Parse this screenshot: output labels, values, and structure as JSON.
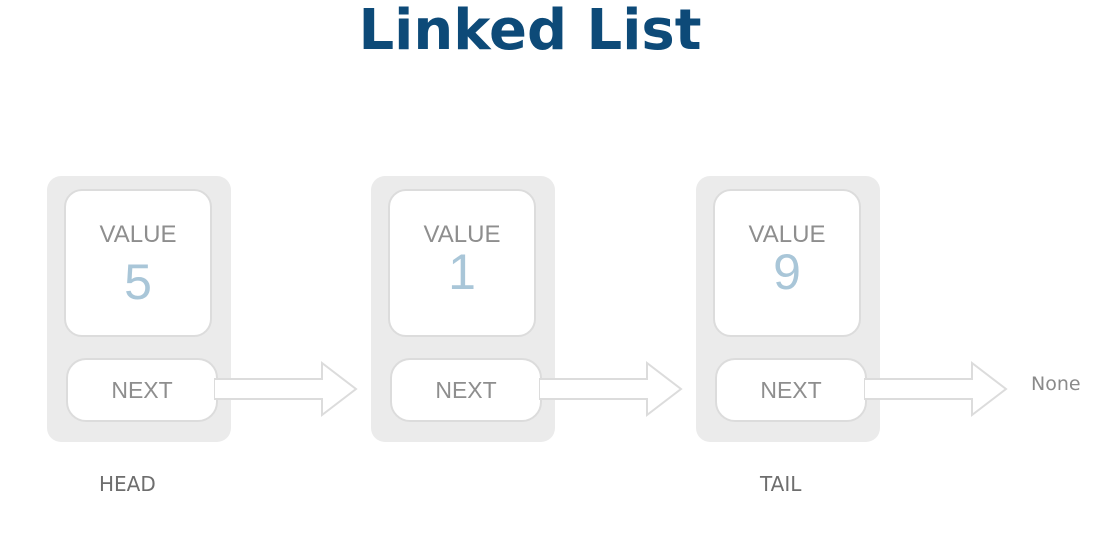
{
  "title": "Linked List",
  "colors": {
    "title": "#0d4a78",
    "node_bg": "#ebebeb",
    "value_number": "#a9c6d8",
    "label_gray": "#8e8e8e",
    "arrow_stroke": "#dcdcdc"
  },
  "nodes": [
    {
      "value_label": "VALUE",
      "value": "5",
      "next_label": "NEXT"
    },
    {
      "value_label": "VALUE",
      "value": "1",
      "next_label": "NEXT"
    },
    {
      "value_label": "VALUE",
      "value": "9",
      "next_label": "NEXT"
    }
  ],
  "terminal_label": "None",
  "head_label": "HEAD",
  "tail_label": "TAIL"
}
